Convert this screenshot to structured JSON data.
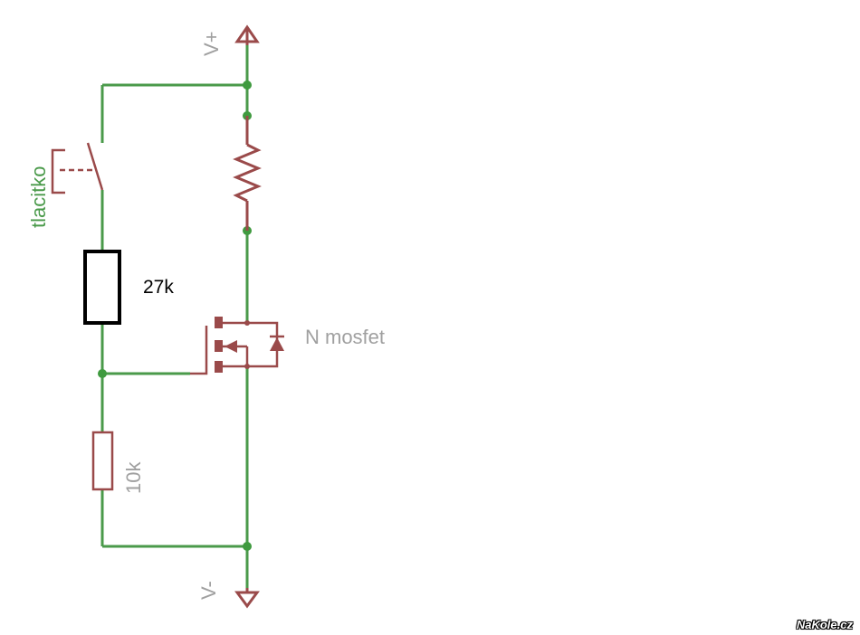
{
  "labels": {
    "vplus": "V+",
    "vminus": "V-",
    "switch": "tlacitko",
    "r_top": "27k",
    "r_bottom": "10k",
    "mosfet": "N mosfet"
  },
  "watermark": "NaKole.cz",
  "colors": {
    "wire": "#4a9a4a",
    "component": "#9a4a4a",
    "junction": "#3f9a3f",
    "label_gray": "#a0a0a0",
    "label_green": "#4a9a4a"
  }
}
